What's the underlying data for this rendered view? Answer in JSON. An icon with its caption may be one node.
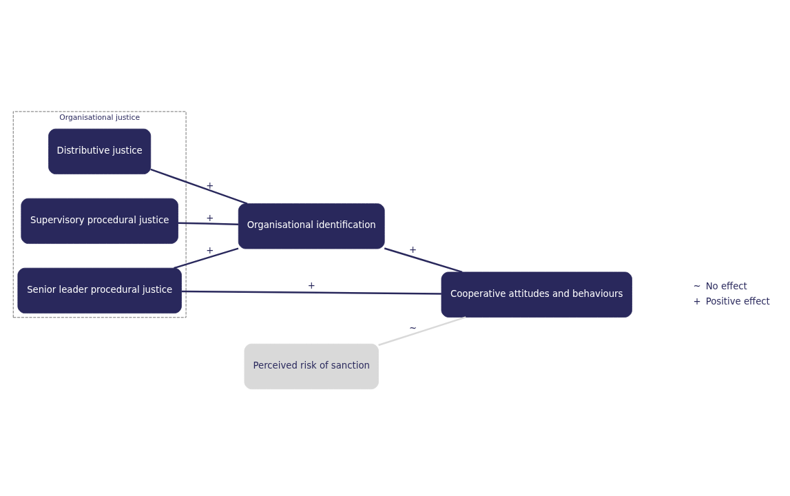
{
  "diagram": {
    "nodes": [
      {
        "text": [
          "Organisational justice"
        ]
      },
      {
        "text": [
          "Distributive justice"
        ],
        "in": 0
      },
      {
        "text": [
          "Supervisory procedural justice"
        ],
        "in": 0
      },
      {
        "text": [
          "Senior leader procedural justice"
        ],
        "in": 0
      },
      {
        "text": [
          "Perceived risk of sanction"
        ]
      },
      {
        "text": [
          "Organisational identification"
        ]
      },
      {
        "text": [
          "Cooperative attitudes and behaviours"
        ]
      }
    ],
    "edges": [
      {
        "from": 1,
        "to": 5,
        "arrow": "none",
        "label": "+"
      },
      {
        "from": 2,
        "to": 5,
        "arrow": "none",
        "label": "+"
      },
      {
        "from": 3,
        "to": 5,
        "arrow": "none",
        "label": "+"
      },
      {
        "from": 5,
        "to": 6,
        "arrow": "none",
        "label": "+"
      },
      {
        "from": 3,
        "to": 6,
        "arrow": "none",
        "label": "+"
      },
      {
        "from": 4,
        "to": 6,
        "arrow": "none",
        "label": "~",
        "color": "#d9d9d9"
      }
    ],
    "labels": [
      "~",
      "No effect",
      "+",
      "Positive effect"
    ]
  }
}
